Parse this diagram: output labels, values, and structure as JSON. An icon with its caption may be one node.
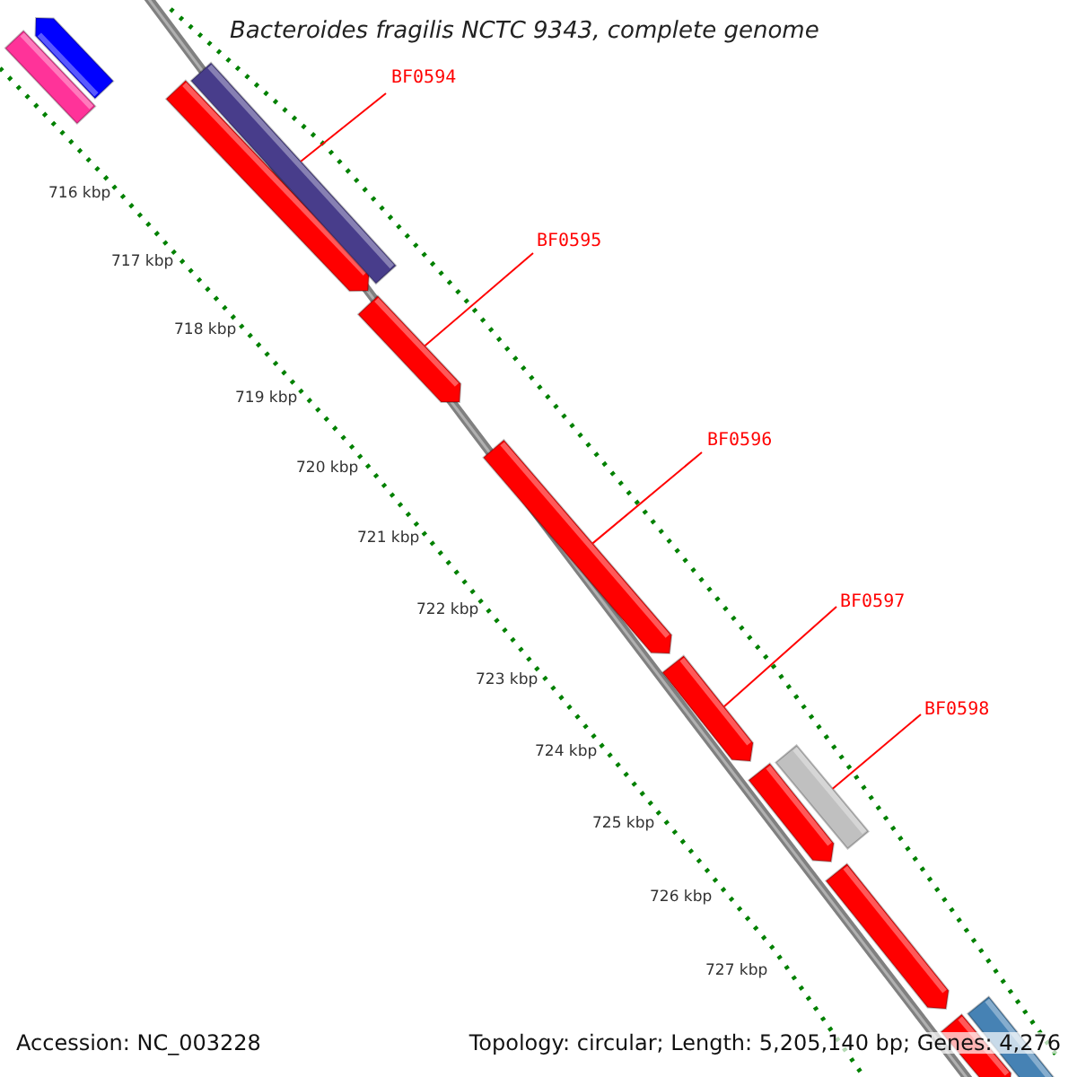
{
  "diagram": {
    "title": "Bacteroides fragilis NCTC 9343, complete genome",
    "nodes": [
      {
        "text": [],
        "shape": "arrow"
      },
      {
        "text": [],
        "shape": "bar"
      },
      {
        "text": [],
        "shape": "arrow"
      },
      {
        "text": [],
        "shape": "bar"
      },
      {
        "text": [],
        "shape": "arrow"
      },
      {
        "text": [],
        "shape": "arrow"
      },
      {
        "text": [],
        "shape": "arrow"
      },
      {
        "text": [],
        "shape": "bar"
      },
      {
        "text": [],
        "shape": "arrow"
      },
      {
        "text": [],
        "shape": "arrow"
      },
      {
        "text": [],
        "shape": "arrow"
      },
      {
        "text": [],
        "shape": "bar"
      },
      {
        "text": [
          "BF0594"
        ]
      },
      {
        "text": [
          "BF0595"
        ]
      },
      {
        "text": [
          "BF0596"
        ]
      },
      {
        "text": [
          "BF0597"
        ]
      },
      {
        "text": [
          "BF0598"
        ]
      }
    ],
    "edges": [
      {
        "from": 12,
        "to": 3,
        "arrow": "none"
      },
      {
        "from": 13,
        "to": 4,
        "arrow": "none"
      },
      {
        "from": 14,
        "to": 5,
        "arrow": "none"
      },
      {
        "from": 15,
        "to": 6,
        "arrow": "none"
      },
      {
        "from": 16,
        "to": 7,
        "arrow": "none"
      }
    ],
    "labels": [
      "716 kbp",
      "717 kbp",
      "718 kbp",
      "719 kbp",
      "720 kbp",
      "721 kbp",
      "722 kbp",
      "723 kbp",
      "724 kbp",
      "725 kbp",
      "726 kbp",
      "727 kbp",
      "Accession: NC_003228",
      "Topology: circular; Length: 5,205,140 bp; Genes: 4,276"
    ]
  }
}
